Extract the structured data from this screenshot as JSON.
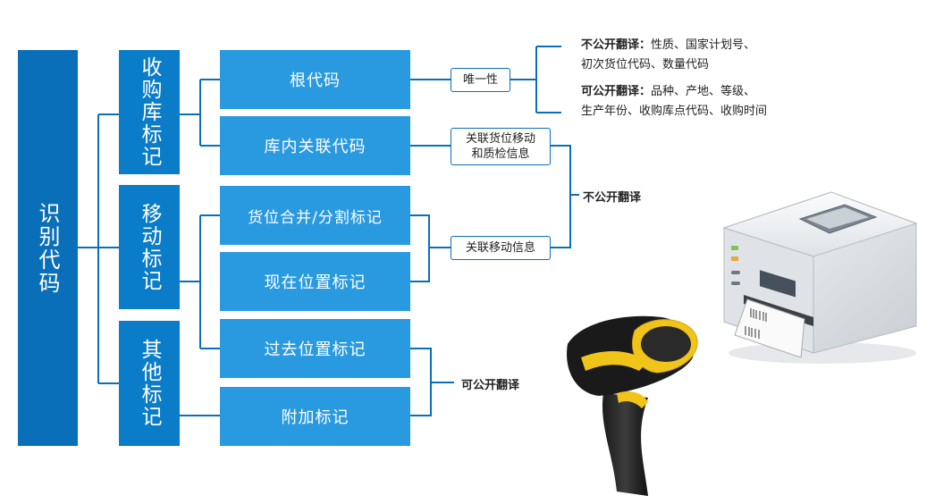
{
  "root": {
    "label": "识别代码"
  },
  "categories": [
    {
      "label": "收购库标记"
    },
    {
      "label": "移动标记"
    },
    {
      "label": "其他标记"
    }
  ],
  "leaves": [
    {
      "label": "根代码"
    },
    {
      "label": "库内关联代码"
    },
    {
      "label": "货位合并/分割标记"
    },
    {
      "label": "现在位置标记"
    },
    {
      "label": "过去位置标记"
    },
    {
      "label": "附加标记"
    }
  ],
  "tags": {
    "uniqueness": "唯一性",
    "related_location_1": "关联货位移动",
    "related_location_2": "和质检信息",
    "related_move": "关联移动信息"
  },
  "notes": {
    "nonpublic_heading": "不公开翻译：",
    "nonpublic_line1": "性质、国家计划号、",
    "nonpublic_line2": "初次货位代码、数量代码",
    "public_heading": "可公开翻译：",
    "public_line1": "品种、产地、等级、",
    "public_line2": "生产年份、收购库点代码、收购时间",
    "nonpublic_label": "不公开翻译",
    "public_label": "可公开翻译"
  },
  "colors": {
    "primary": "#0a6fb9",
    "category": "#0a7cc8",
    "leaf": "#2a9ae0"
  },
  "icons": [
    "barcode-printer-image",
    "barcode-scanner-image"
  ]
}
